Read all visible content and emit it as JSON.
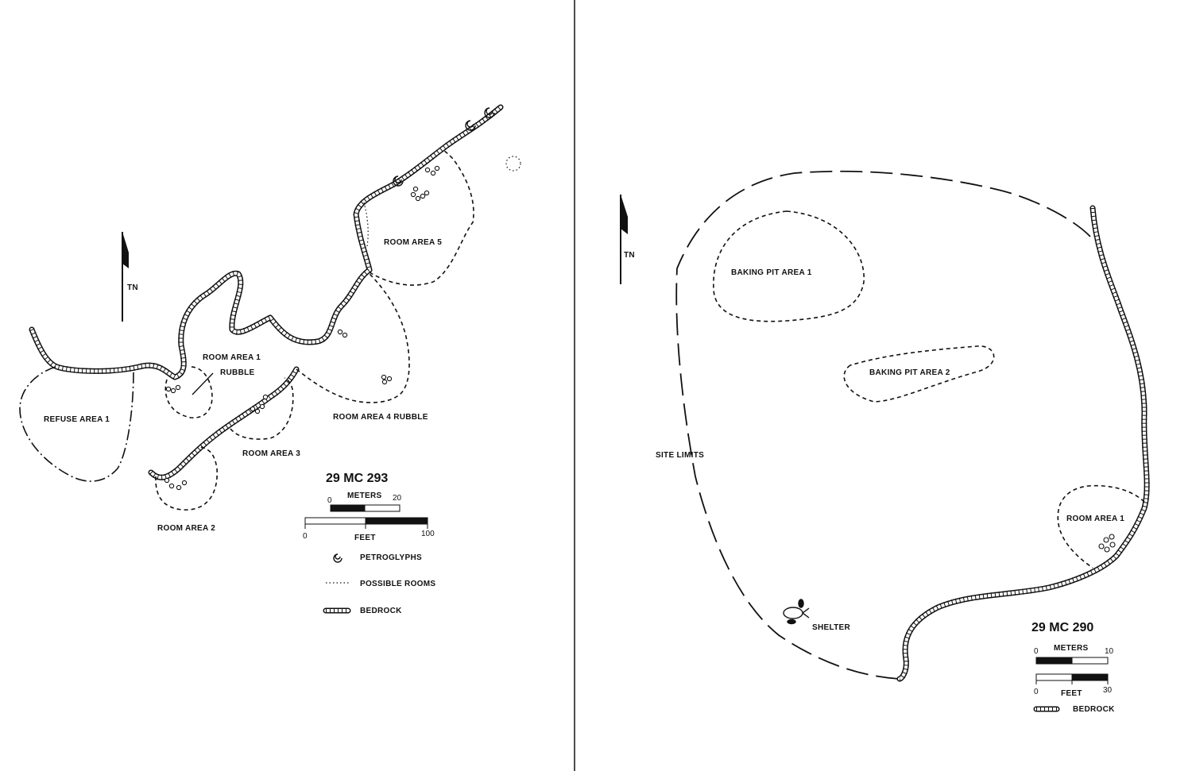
{
  "map_left": {
    "site_id": "29 MC 293",
    "north_label": "TN",
    "areas": {
      "refuse_area_1": "REFUSE AREA 1",
      "room_area_1": "ROOM AREA 1",
      "rubble": "RUBBLE",
      "room_area_2": "ROOM AREA 2",
      "room_area_3": "ROOM AREA 3",
      "room_area_4": "ROOM AREA 4 RUBBLE",
      "room_area_5": "ROOM AREA 5"
    },
    "scale": {
      "meters_label": "METERS",
      "meters_min": "0",
      "meters_max": "20",
      "feet_label": "FEET",
      "feet_min": "0",
      "feet_max": "100"
    },
    "legend": {
      "petroglyphs": "PETROGLYPHS",
      "possible_rooms": "POSSIBLE ROOMS",
      "bedrock": "BEDROCK"
    }
  },
  "map_right": {
    "site_id": "29 MC 290",
    "north_label": "TN",
    "areas": {
      "baking_pit_1": "BAKING PIT AREA 1",
      "baking_pit_2": "BAKING PIT AREA 2",
      "site_limits": "SITE LIMITS",
      "room_area_1": "ROOM AREA 1",
      "shelter": "SHELTER"
    },
    "scale": {
      "meters_label": "METERS",
      "meters_min": "0",
      "meters_max": "10",
      "feet_label": "FEET",
      "feet_min": "0",
      "feet_max": "30"
    },
    "legend": {
      "bedrock": "BEDROCK"
    }
  }
}
